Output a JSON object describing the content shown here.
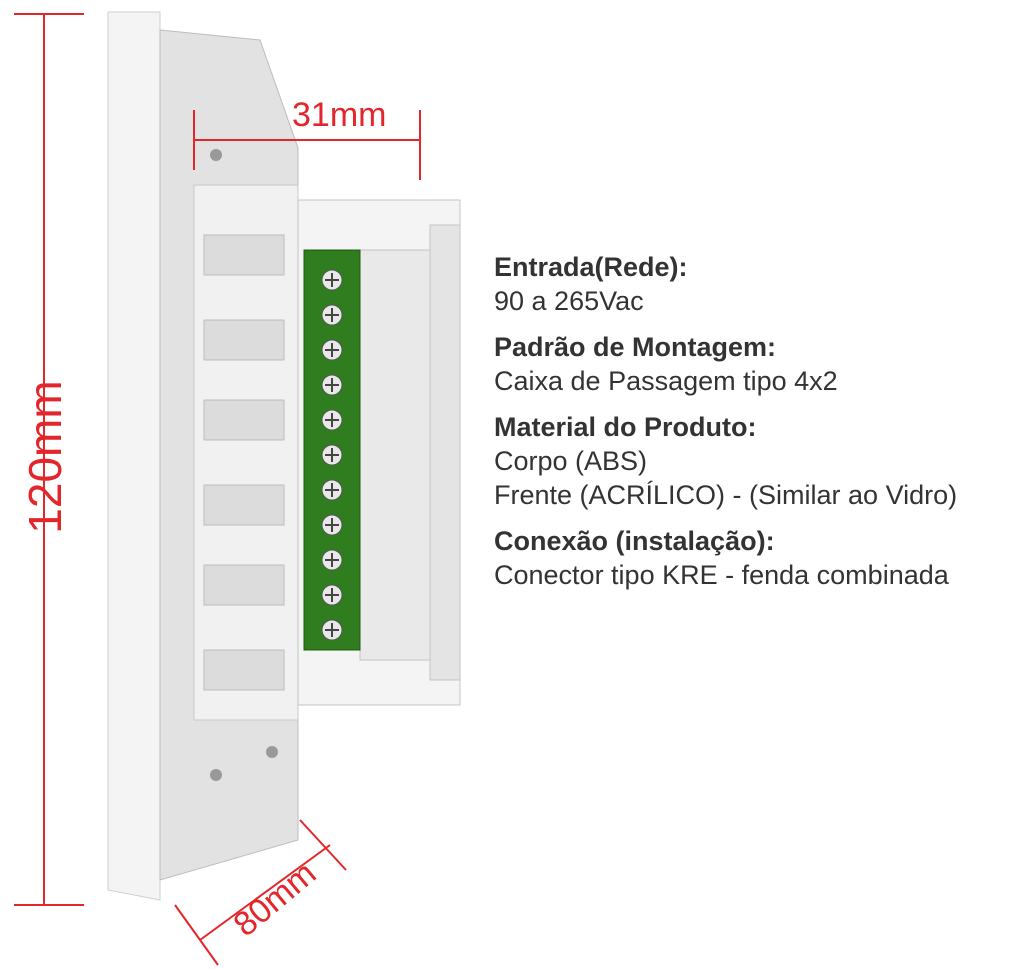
{
  "dimensions": {
    "height": "120mm",
    "depth": "31mm",
    "width": "80mm"
  },
  "specs": [
    {
      "heading": "Entrada(Rede):",
      "lines": [
        "90 a 265Vac"
      ]
    },
    {
      "heading": "Padrão de Montagem:",
      "lines": [
        "Caixa de Passagem tipo 4x2"
      ]
    },
    {
      "heading": "Material do Produto:",
      "lines": [
        "Corpo (ABS)",
        "Frente (ACRÍLICO) - (Similar ao Vidro)"
      ]
    },
    {
      "heading": "Conexão (instalação):",
      "lines": [
        "Conector tipo KRE - fenda combinada"
      ]
    }
  ],
  "terminal_count": 11,
  "colors": {
    "dimension": "#e3262b",
    "terminal": "#2f7d1f",
    "body": "#eeeeee"
  }
}
